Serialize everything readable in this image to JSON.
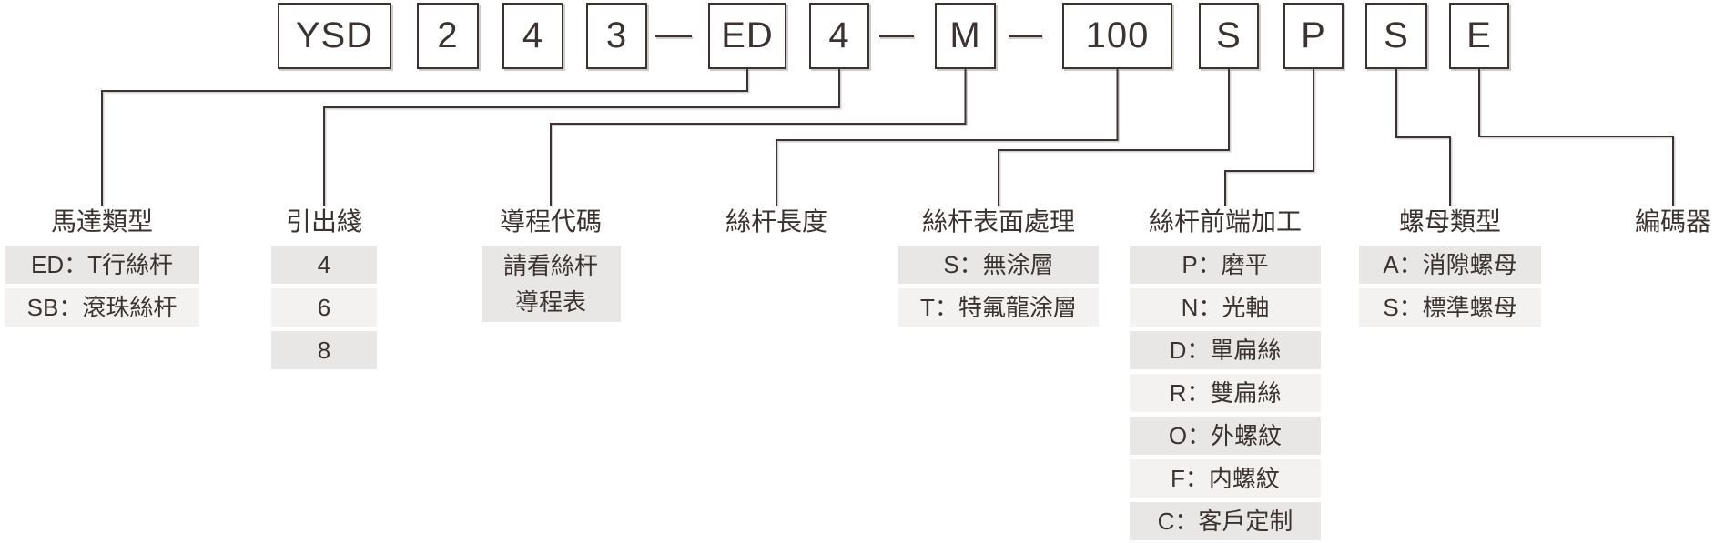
{
  "colors": {
    "background": "#ffffff",
    "line": "#3b3330",
    "text": "#3b3330",
    "row_dark": "#e8e7e5",
    "row_light": "#f3f2f0"
  },
  "code": {
    "boxes": [
      "YSD",
      "2",
      "4",
      "3",
      "ED",
      "4",
      "M",
      "100",
      "S",
      "P",
      "S",
      "E"
    ],
    "separator": "—"
  },
  "fields": [
    {
      "label": "馬達類型",
      "options": [
        [
          "ED：T行絲杆"
        ],
        [
          "SB：滾珠絲杆"
        ]
      ]
    },
    {
      "label": "引出綫",
      "options": [
        [
          "4"
        ],
        [
          "6"
        ],
        [
          "8"
        ]
      ]
    },
    {
      "label": "導程代碼",
      "options": [
        [
          "請看絲杆",
          "導程表"
        ]
      ]
    },
    {
      "label": "絲杆長度",
      "options": []
    },
    {
      "label": "絲杆表面處理",
      "options": [
        [
          "S：無涂層"
        ],
        [
          "T：特氟龍涂層"
        ]
      ]
    },
    {
      "label": "絲杆前端加工",
      "options": [
        [
          "P：磨平"
        ],
        [
          "N：光軸"
        ],
        [
          "D：單扁絲"
        ],
        [
          "R：雙扁絲"
        ],
        [
          "O：外螺紋"
        ],
        [
          "F：内螺紋"
        ],
        [
          "C：客戶定制"
        ]
      ]
    },
    {
      "label": "螺母類型",
      "options": [
        [
          "A：消隙螺母"
        ],
        [
          "S：標準螺母"
        ]
      ]
    },
    {
      "label": "編碼器",
      "options": []
    }
  ]
}
